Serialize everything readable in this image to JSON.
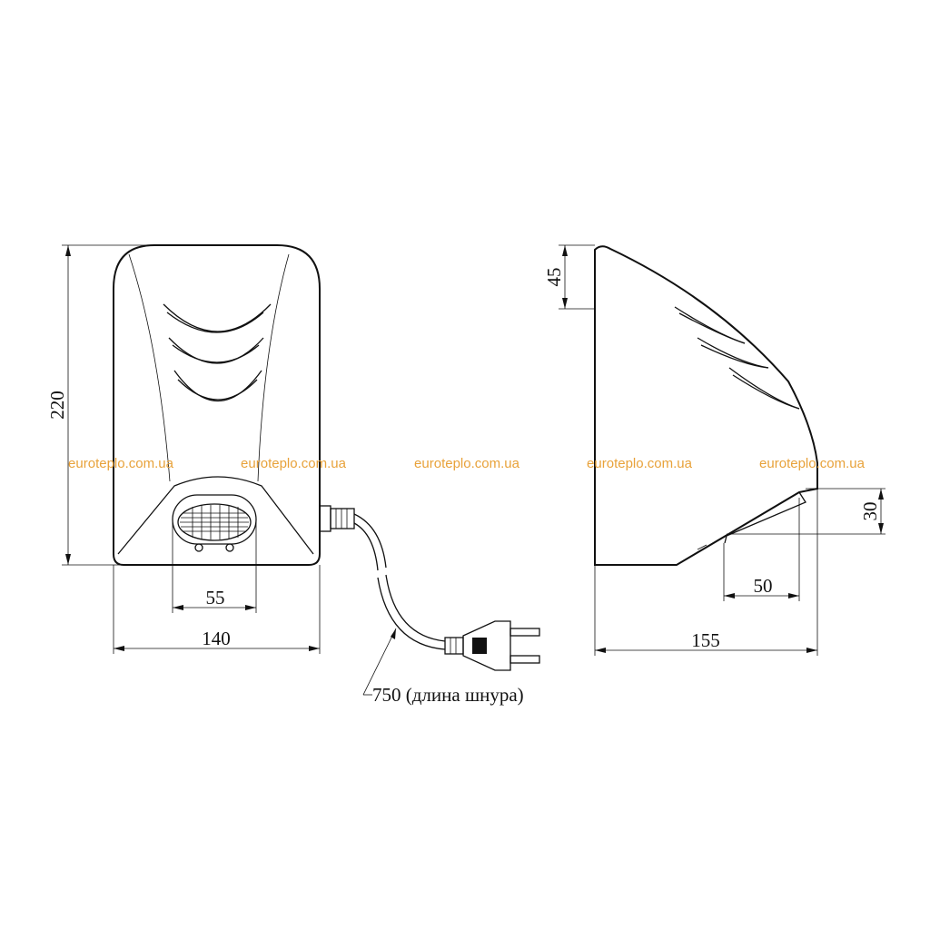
{
  "dimensions": {
    "height": "220",
    "width": "140",
    "nozzle_width": "55",
    "top_offset": "45",
    "depth": "155",
    "outlet_depth": "50",
    "outlet_height": "30",
    "cord_length": "750 (длина шнура)"
  },
  "watermarks": [
    "euroteplo.com.ua",
    "euroteplo.com.ua",
    "euroteplo.com.ua",
    "euroteplo.com.ua",
    "euroteplo.com.ua"
  ],
  "colors": {
    "line": "#111111",
    "watermark": "#e8a23a",
    "background": "#ffffff"
  }
}
